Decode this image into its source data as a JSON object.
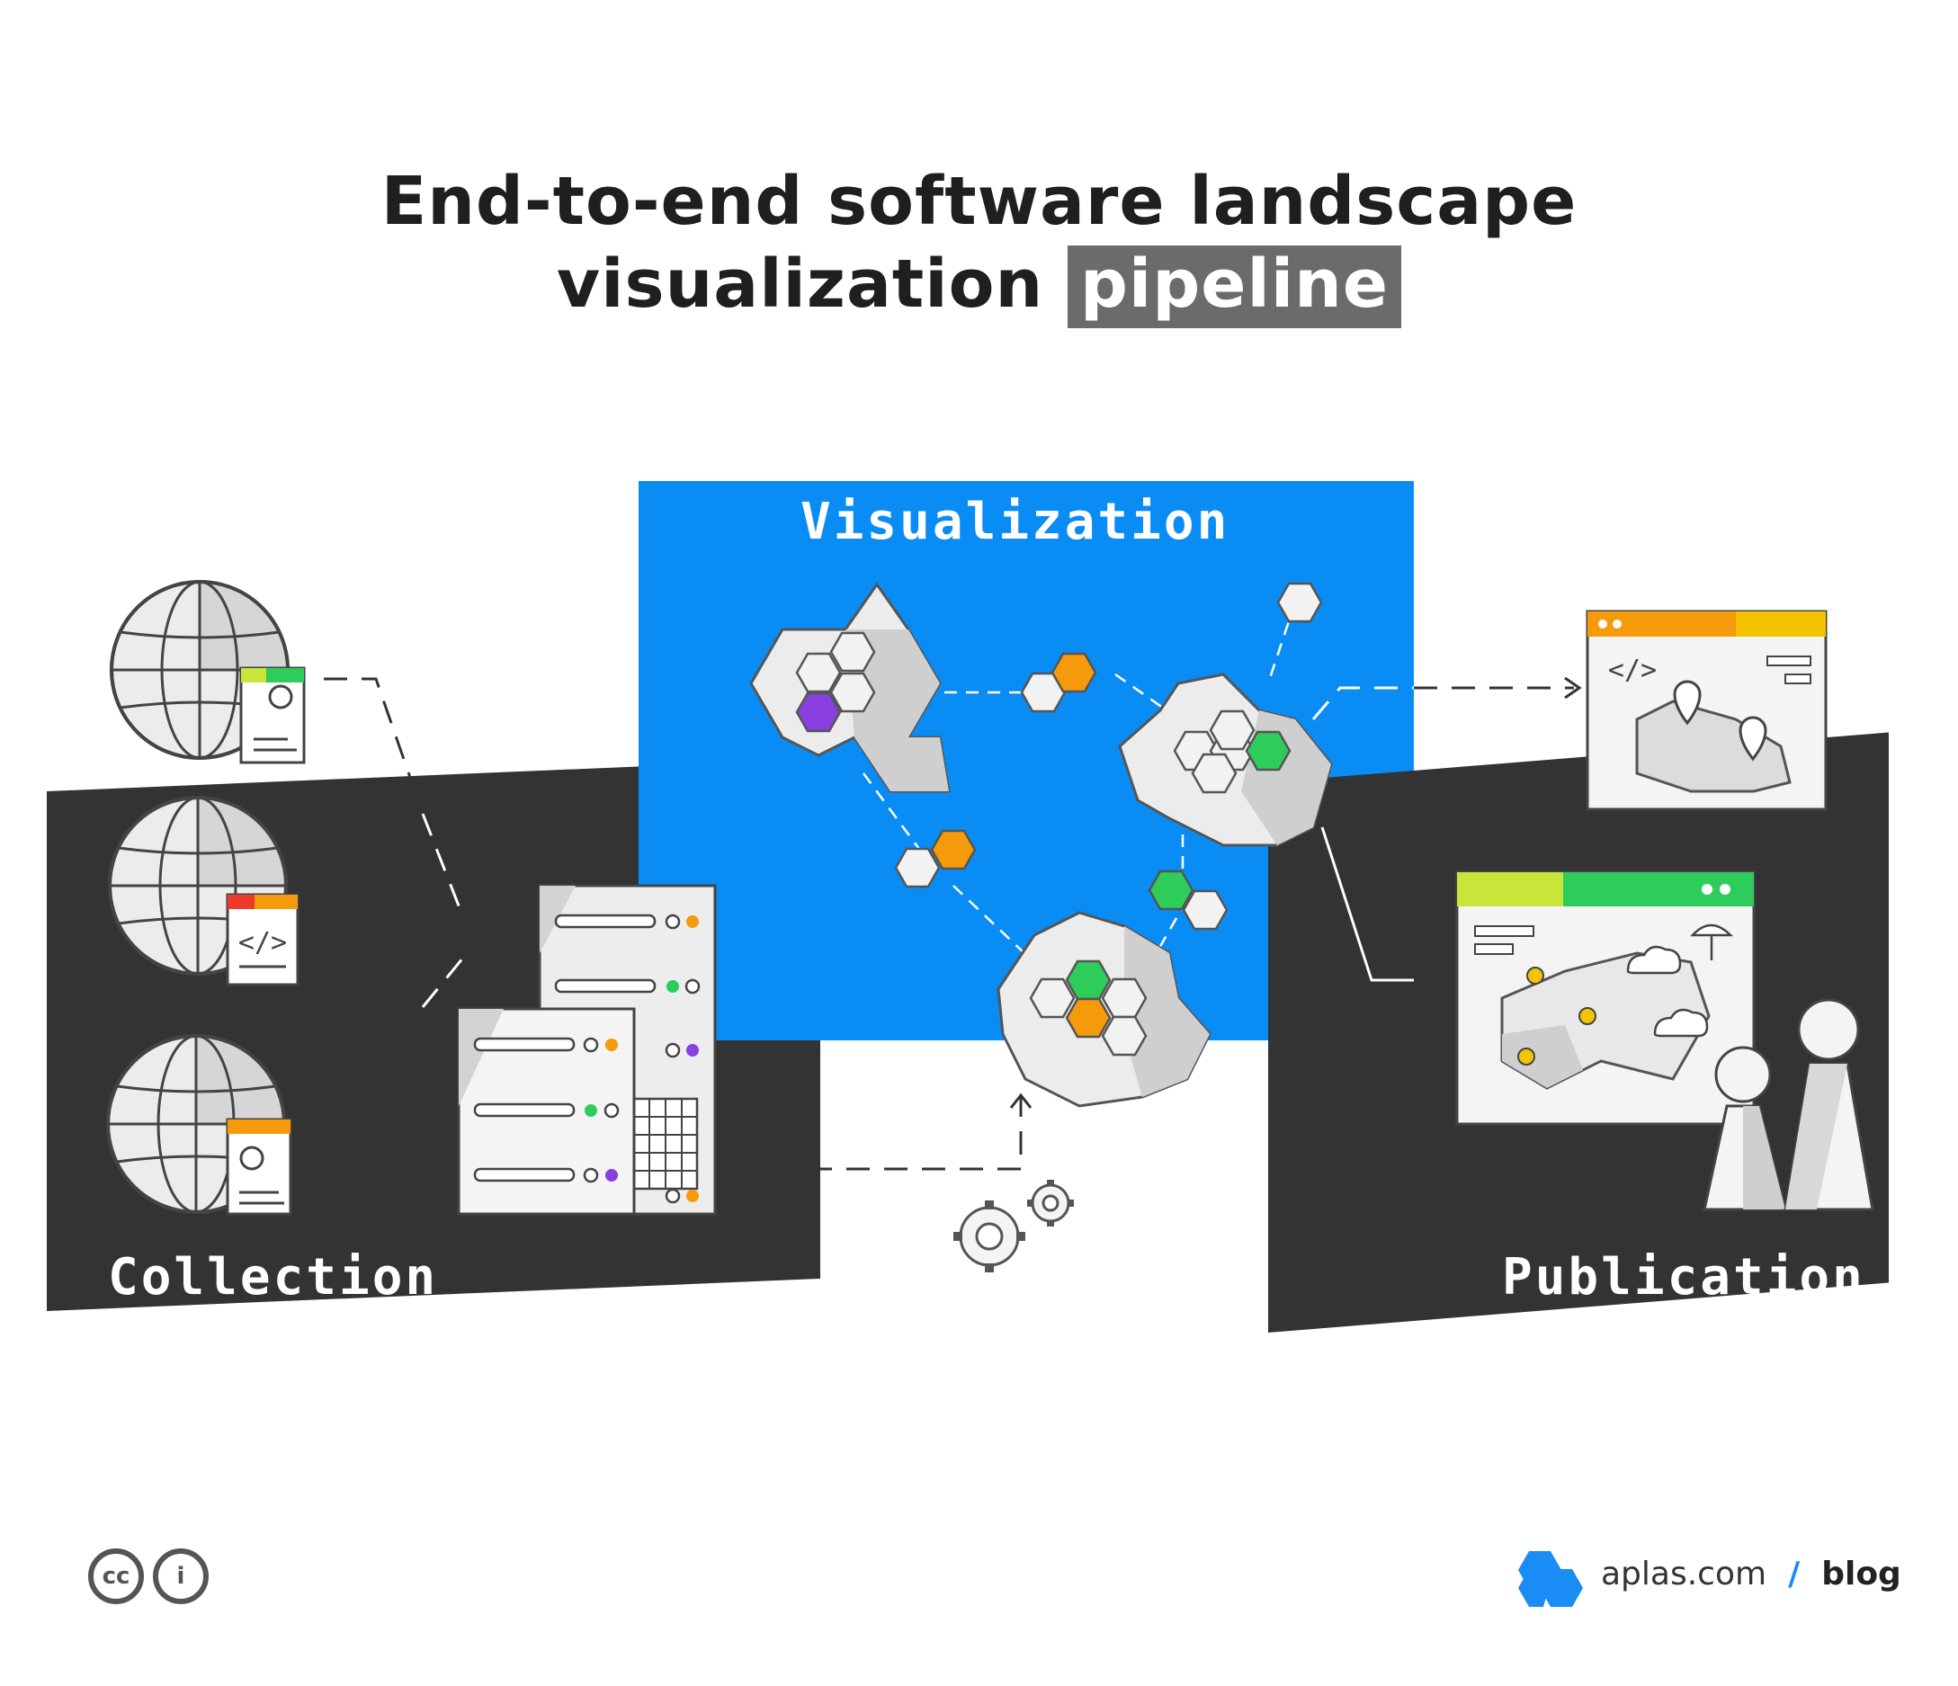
{
  "title": {
    "line1": "End-to-end software landscape",
    "line2_plain": "visualization",
    "line2_highlight": "pipeline"
  },
  "stages": {
    "collection": "Collection",
    "visualization": "Visualization",
    "publication": "Publication"
  },
  "footer": {
    "license_cc": "cc",
    "license_by": "i",
    "domain": "aplas.com",
    "slash": "/",
    "section": "blog"
  },
  "colors": {
    "dark_panel": "#333333",
    "visualization_blue": "#0a8cf5",
    "highlight_gray": "#6b6b6b",
    "accent_orange": "#f59a0b",
    "accent_green": "#2ecc5b",
    "accent_purple": "#8a3fe0",
    "accent_lime": "#c8e639",
    "accent_yellow": "#f5c400",
    "accent_red": "#ee3a2a"
  }
}
